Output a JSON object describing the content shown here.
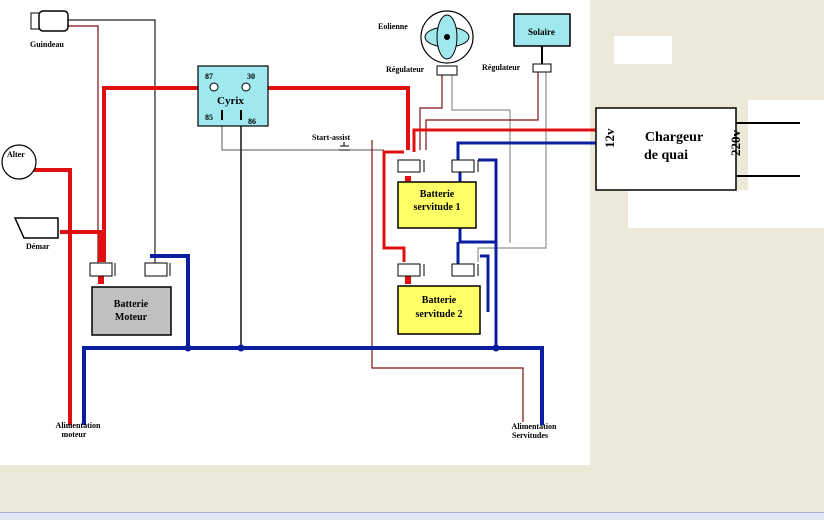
{
  "diagram": {
    "labels": {
      "guindeau": "Guindeau",
      "alter": "Alter",
      "demar": "Démar",
      "cyrix": "Cyrix",
      "pin87": "87",
      "pin30": "30",
      "pin85": "85",
      "pin86": "86",
      "eolienne": "Eolienne",
      "regulateur_eolienne": "Régulateur",
      "solaire": "Solaire",
      "regulateur_solaire": "Régulateur",
      "start_assist": "Start-assist",
      "batterie_moteur_l1": "Batterie",
      "batterie_moteur_l2": "Moteur",
      "batterie_s1_l1": "Batterie",
      "batterie_s1_l2": "servitude 1",
      "batterie_s2_l1": "Batterie",
      "batterie_s2_l2": "servitude 2",
      "chargeur_l1": "Chargeur",
      "chargeur_l2": "de quai",
      "v12": "12v",
      "v220": "220v",
      "alim_moteur_l1": "Alimentation",
      "alim_moteur_l2": "moteur",
      "alim_serv_l1": "Alimentation",
      "alim_serv_l2": "Servitudes"
    },
    "colors": {
      "positive": "#e01010",
      "negative": "#0a1fa0",
      "wire_pos_thin": "#7a1010",
      "wire_neg_thin": "#222222",
      "wire_grey": "#909090",
      "cyrix_fill": "#9ee8ee",
      "solaire_fill": "#9ee8ee",
      "battery_moteur_fill": "#c0c0c0",
      "battery_serv_fill": "#ffff66"
    }
  }
}
